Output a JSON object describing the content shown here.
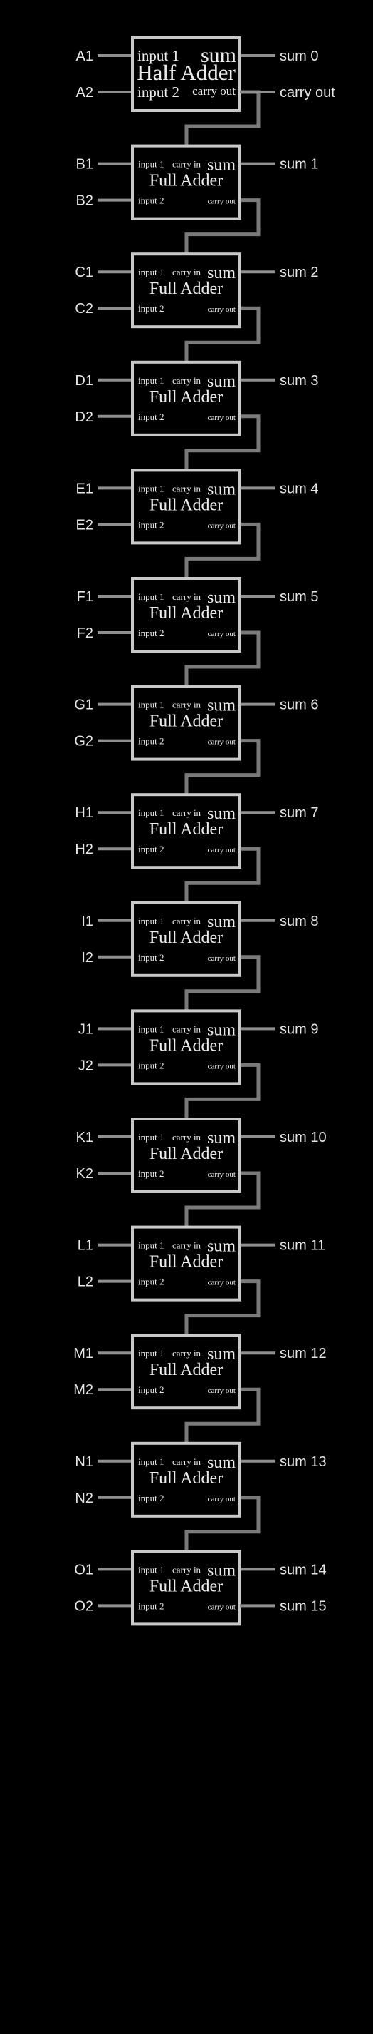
{
  "diagram": {
    "colors": {
      "background": "#000000",
      "box_stroke": "#c8c8c8",
      "wire": "#8f8f8f",
      "text": "#e6e6e6"
    },
    "half_adder": {
      "title": "Half Adder",
      "input1": "input 1",
      "input2": "input 2",
      "sum": "sum",
      "carry_out": "carry out",
      "in_a": "A1",
      "in_b": "A2",
      "out": "sum 0"
    },
    "full_adder_labels": {
      "title": "Full Adder",
      "input1": "input 1",
      "carry_in": "carry in",
      "sum": "sum",
      "input2": "input 2",
      "carry_out": "carry out"
    },
    "full_adders": [
      {
        "in_a": "B1",
        "in_b": "B2",
        "out": "sum 1"
      },
      {
        "in_a": "C1",
        "in_b": "C2",
        "out": "sum 2"
      },
      {
        "in_a": "D1",
        "in_b": "D2",
        "out": "sum 3"
      },
      {
        "in_a": "E1",
        "in_b": "E2",
        "out": "sum 4"
      },
      {
        "in_a": "F1",
        "in_b": "F2",
        "out": "sum 5"
      },
      {
        "in_a": "G1",
        "in_b": "G2",
        "out": "sum 6"
      },
      {
        "in_a": "H1",
        "in_b": "H2",
        "out": "sum 7"
      },
      {
        "in_a": "I1",
        "in_b": "I2",
        "out": "sum 8"
      },
      {
        "in_a": "J1",
        "in_b": "J2",
        "out": "sum 9"
      },
      {
        "in_a": "K1",
        "in_b": "K2",
        "out": "sum 10"
      },
      {
        "in_a": "L1",
        "in_b": "L2",
        "out": "sum 11"
      },
      {
        "in_a": "M1",
        "in_b": "M2",
        "out": "sum 12"
      },
      {
        "in_a": "N1",
        "in_b": "N2",
        "out": "sum 13"
      },
      {
        "in_a": "O1",
        "in_b": "O2",
        "out": "sum 14",
        "carry_out": "sum 15"
      }
    ]
  }
}
